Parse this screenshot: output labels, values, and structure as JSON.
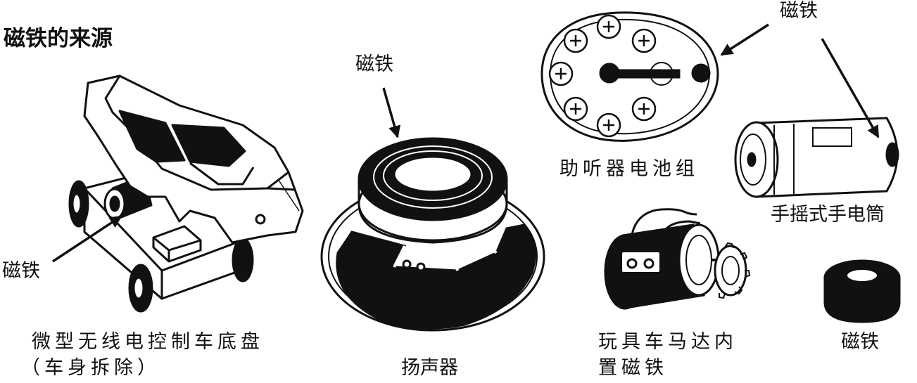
{
  "title": "磁铁的来源",
  "items": {
    "rc_car": {
      "label_line1": "微型无线电控制车底盘",
      "label_line2": "（车身拆除）",
      "magnet_label": "磁铁"
    },
    "speaker": {
      "label": "扬声器",
      "magnet_label": "磁铁"
    },
    "hearing_aid": {
      "label": "助听器电池组",
      "magnet_label": "磁铁"
    },
    "flashlight": {
      "label": "手摇式手电筒"
    },
    "toy_motor": {
      "label_line1": "玩具车马达内",
      "label_line2": "置磁铁"
    },
    "magnet": {
      "label": "磁铁"
    }
  },
  "colors": {
    "ink": "#111111",
    "background": "#ffffff"
  }
}
